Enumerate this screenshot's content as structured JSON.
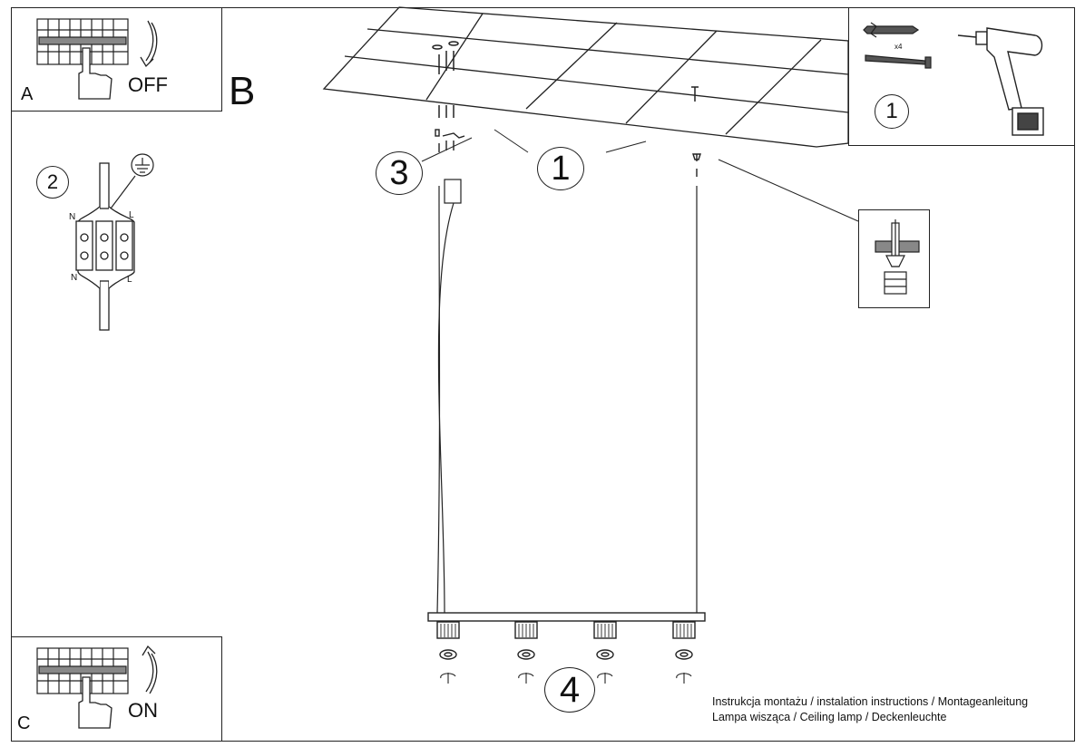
{
  "panels": {
    "a": {
      "letter": "A",
      "action": "OFF"
    },
    "b": {
      "letter": "B"
    },
    "c": {
      "letter": "C",
      "action": "ON"
    }
  },
  "wiring": {
    "step": "2",
    "n_top": "N",
    "l_top": "L",
    "n_bottom": "N",
    "l_bottom": "L"
  },
  "tools": {
    "step": "1",
    "quantity": "x4"
  },
  "steps": {
    "ceiling_step": "1",
    "canopy_step": "3",
    "bulb_step": "4"
  },
  "caption": {
    "line1": "Instrukcja montażu / instalation instructions / Montageanleitung",
    "line2": "Lampa wisząca / Ceiling lamp / Deckenleuchte"
  },
  "icons": [
    "breaker-panel-icon",
    "hand-icon",
    "rotate-arrow-icon",
    "ground-icon",
    "terminal-block-icon",
    "wall-plug-icon",
    "screw-icon",
    "drill-icon",
    "anchor-detail-icon",
    "bulb-socket-icon"
  ]
}
